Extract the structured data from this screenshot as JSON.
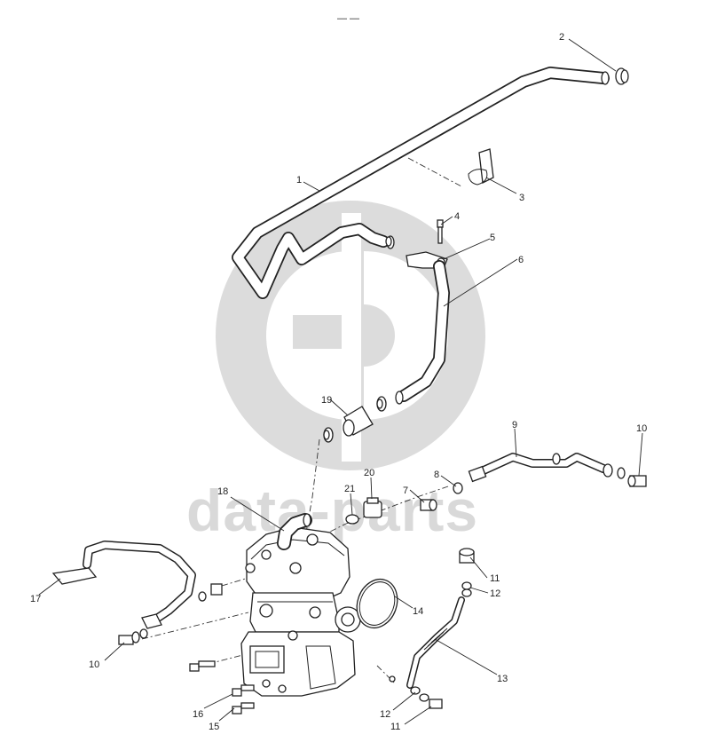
{
  "diagram": {
    "top_mark": "— —",
    "watermark_text": "data-parts",
    "watermark_color": "#d9d9d9",
    "line_color": "#222222",
    "callouts": [
      "1",
      "2",
      "3",
      "4",
      "5",
      "6",
      "7",
      "8",
      "9",
      "10",
      "10",
      "11",
      "11",
      "12",
      "12",
      "13",
      "14",
      "15",
      "16",
      "17",
      "18",
      "19",
      "20",
      "21"
    ],
    "parts": [
      "long-coolant-pipe",
      "pipe-end-clamp",
      "pipe-bracket",
      "bolt",
      "fitting",
      "s-bend-pipe",
      "adapter",
      "washer",
      "delivery-pipe",
      "banjo-bolt",
      "compressor-banjo-bolt",
      "fitting-bolt",
      "seal-ring",
      "flexible-hose",
      "o-ring-gasket",
      "mounting-screw",
      "mounting-bolt",
      "inlet-pipe",
      "elbow-fitting",
      "connector-sleeve",
      "plug",
      "sealing-washer"
    ]
  }
}
